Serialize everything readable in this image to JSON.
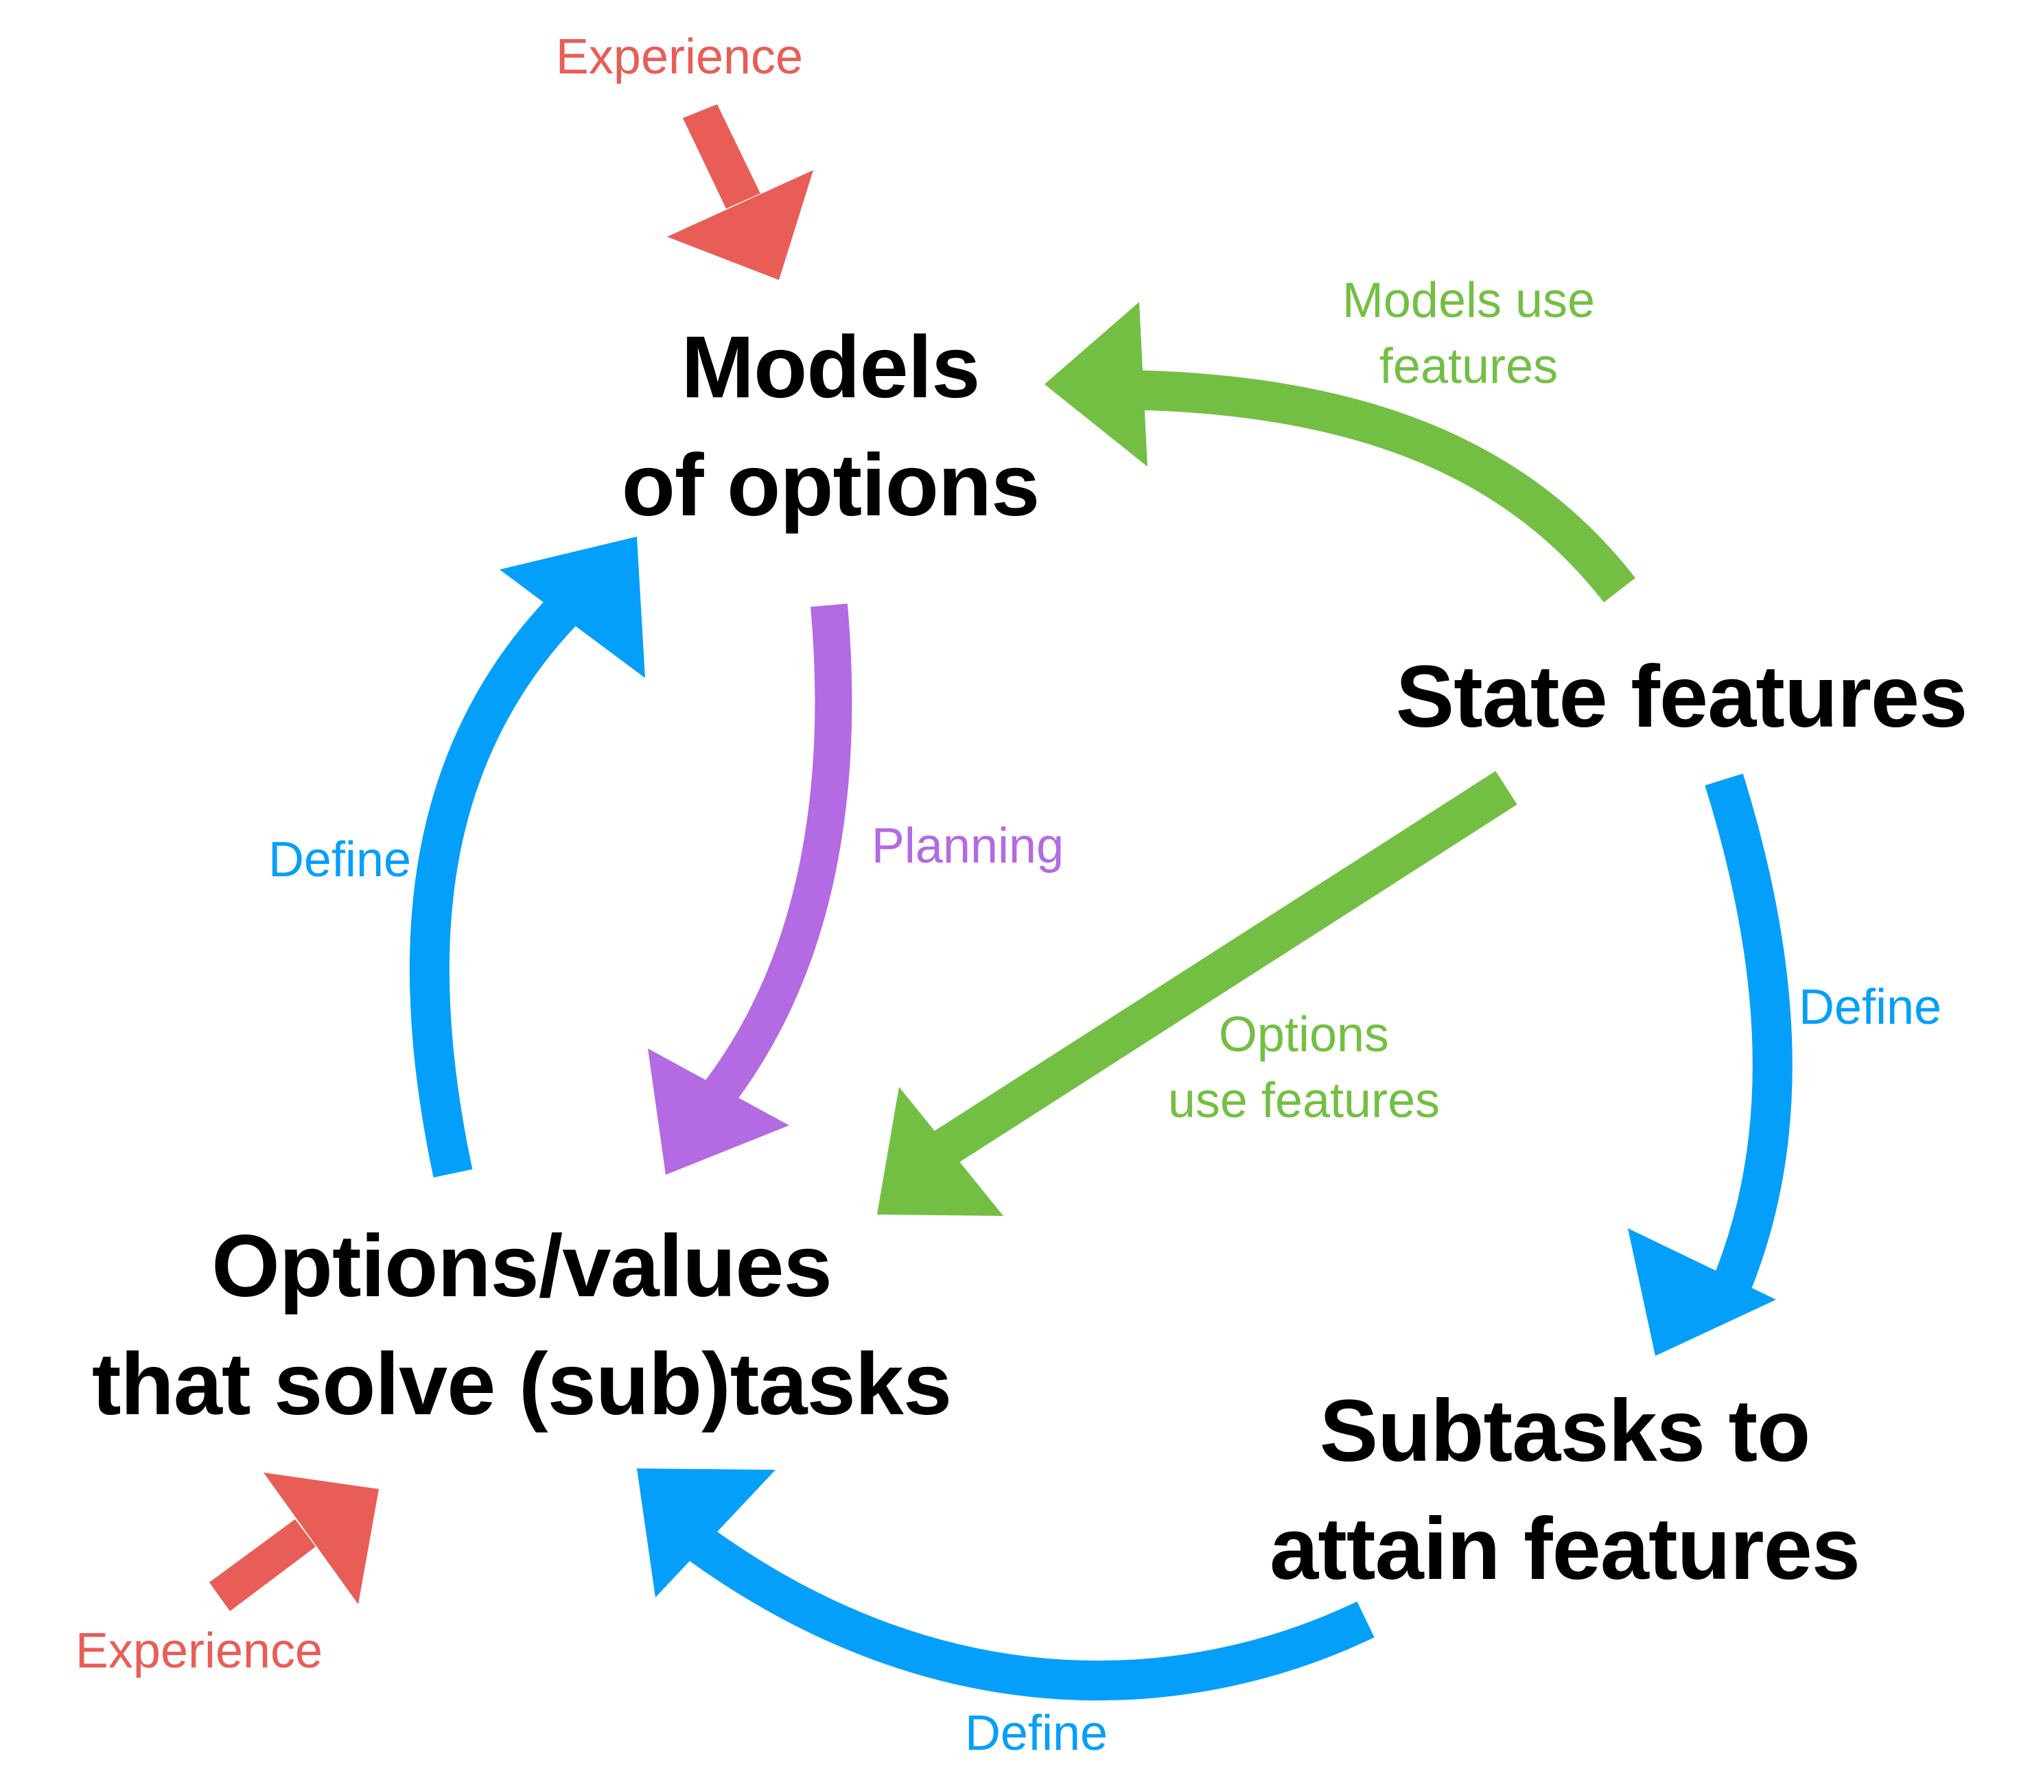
{
  "nodes": {
    "models": {
      "line1": "Models",
      "line2": "of options"
    },
    "state": {
      "line1": "State features"
    },
    "options_values": {
      "line1": "Options/values",
      "line2": "that solve (sub)tasks"
    },
    "subtasks": {
      "line1": "Subtasks to",
      "line2": "attain features"
    }
  },
  "edges": {
    "experience_top": {
      "label": "Experience"
    },
    "experience_bottom": {
      "label": "Experience"
    },
    "models_use_features": {
      "line1": "Models use",
      "line2": "features"
    },
    "options_use_features": {
      "line1": "Options",
      "line2": "use features"
    },
    "planning": {
      "label": "Planning"
    },
    "define_left": {
      "label": "Define"
    },
    "define_right": {
      "label": "Define"
    },
    "define_bottom": {
      "label": "Define"
    }
  },
  "colors": {
    "experience": "#e95d57",
    "features": "#73bf43",
    "define": "#049ffa",
    "planning": "#b36ae2",
    "text": "#000000"
  }
}
